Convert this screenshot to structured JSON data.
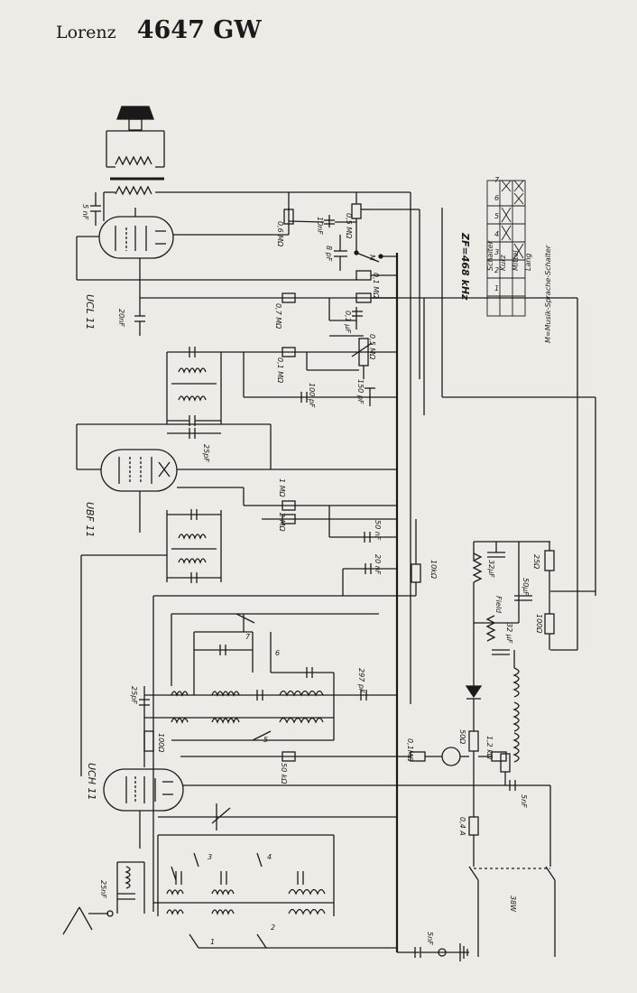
{
  "header": {
    "manufacturer": "Lorenz",
    "model": "4647 GW"
  },
  "tubes": {
    "output": "UCL 11",
    "if_amp": "UBF 11",
    "mixer": "UCH 11"
  },
  "if_label": "ZF=468 kHz",
  "switch_table": {
    "header_label": "Schalter",
    "numbers": [
      "1",
      "2",
      "3",
      "4",
      "5",
      "6",
      "7"
    ],
    "rows": [
      "Kurz",
      "Mittel",
      "Lang"
    ],
    "footnote": "M=Musik-Sprache-Schalter"
  },
  "labels": {
    "c5nf": "5 nF",
    "r06": "0,6 MΩ",
    "c10nf": "10nF",
    "r05": "0,5 MΩ",
    "c8pf": "8 pF",
    "sw_m": "M",
    "r01a": "0,1 MΩ",
    "c20nf": "20nF",
    "r07": "0,7 MΩ",
    "c01uf": "0,1 μF",
    "r05b": "0,5 MΩ",
    "r01b": "0,1 MΩ",
    "c100pf": "100 pF",
    "c150pf": "150 pF",
    "c25pf": "25pF",
    "r1": "1 MΩ",
    "r2": "2 MΩ",
    "c50nf": "50 nF",
    "c20nf2": "20 nF",
    "r10k": "10kΩ",
    "c32uf": "32μF",
    "r25": "25Ω",
    "c50uf": "50μF",
    "field": "Field",
    "c32uf2": "32 μF",
    "r100": "100Ω",
    "c297pf": "297 pF",
    "c25pf2": "25pF",
    "r100b": "100Ω",
    "r01m": "0,1MΩ",
    "r50": "50Ω",
    "r12k": "1,2 kΩ",
    "r50k": "50 kΩ",
    "c5nf2": "5nF",
    "f04": "0,4 A",
    "c25nf": "25nF",
    "c5nf3": "5nF",
    "v38": "38W",
    "h_ucl": "UCL 11",
    "h_ubf": "UBF 11",
    "h_uch": "UCH 11"
  },
  "switch_numbers": [
    "1",
    "2",
    "3",
    "4",
    "5",
    "6",
    "7"
  ]
}
